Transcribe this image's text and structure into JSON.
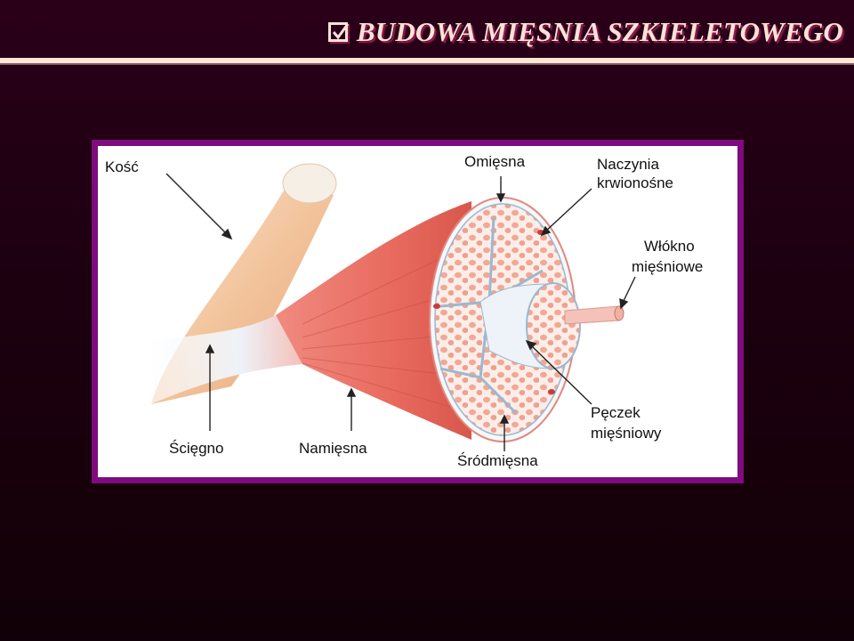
{
  "slide": {
    "title": "BUDOWA MIĘSNIA SZKIELETOWEGO",
    "title_icon": "checkbox-checked-icon",
    "colors": {
      "background": "#1d0011",
      "title_text": "#fde2d8",
      "title_shadow": "#8a1a4a",
      "rule": "#fde6d6",
      "frame": "#7e0c7e"
    }
  },
  "figure": {
    "labels": {
      "kosc": "Kość",
      "omiesna": "Omięsna",
      "naczynia_line1": "Naczynia",
      "naczynia_line2": "krwionośne",
      "wlokno_line1": "Włókno",
      "wlokno_line2": "mięśniowe",
      "peczek_line1": "Pęczek",
      "peczek_line2": "mięśniowy",
      "sciegno": "Ścięgno",
      "namiesna": "Namięsna",
      "srodmiesna": "Śródmięsna"
    }
  }
}
